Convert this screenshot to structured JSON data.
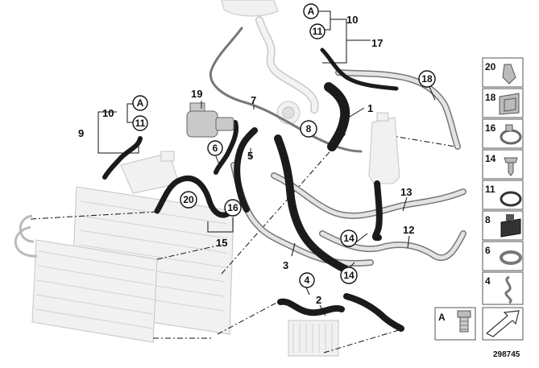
{
  "diagram_id": "298745",
  "labels": {
    "n1": "1",
    "n2": "2",
    "n3": "3",
    "n4": "4",
    "n5": "5",
    "n6": "6",
    "n7": "7",
    "n8": "8",
    "n9": "9",
    "n10a": "10",
    "n10b": "10",
    "n11a": "11",
    "n11b": "11",
    "n12": "12",
    "n13": "13",
    "n14a": "14",
    "n14b": "14",
    "n15": "15",
    "n16": "16",
    "n17": "17",
    "n18": "18",
    "n19": "19",
    "n20": "20",
    "aa": "A",
    "ab": "A"
  },
  "key": [
    {
      "num": "20",
      "icon": "hose-clip-icon"
    },
    {
      "num": "18",
      "icon": "bracket-clip-icon"
    },
    {
      "num": "16",
      "icon": "spring-clamp-icon"
    },
    {
      "num": "14",
      "icon": "push-rivet-icon"
    },
    {
      "num": "11",
      "icon": "o-ring-icon"
    },
    {
      "num": "8",
      "icon": "rubber-mount-icon"
    },
    {
      "num": "6",
      "icon": "hose-clamp-icon"
    },
    {
      "num": "4",
      "icon": "spring-clip-icon"
    }
  ],
  "key_bottom": {
    "letter": "A",
    "icon": "screw-plug-icon"
  }
}
